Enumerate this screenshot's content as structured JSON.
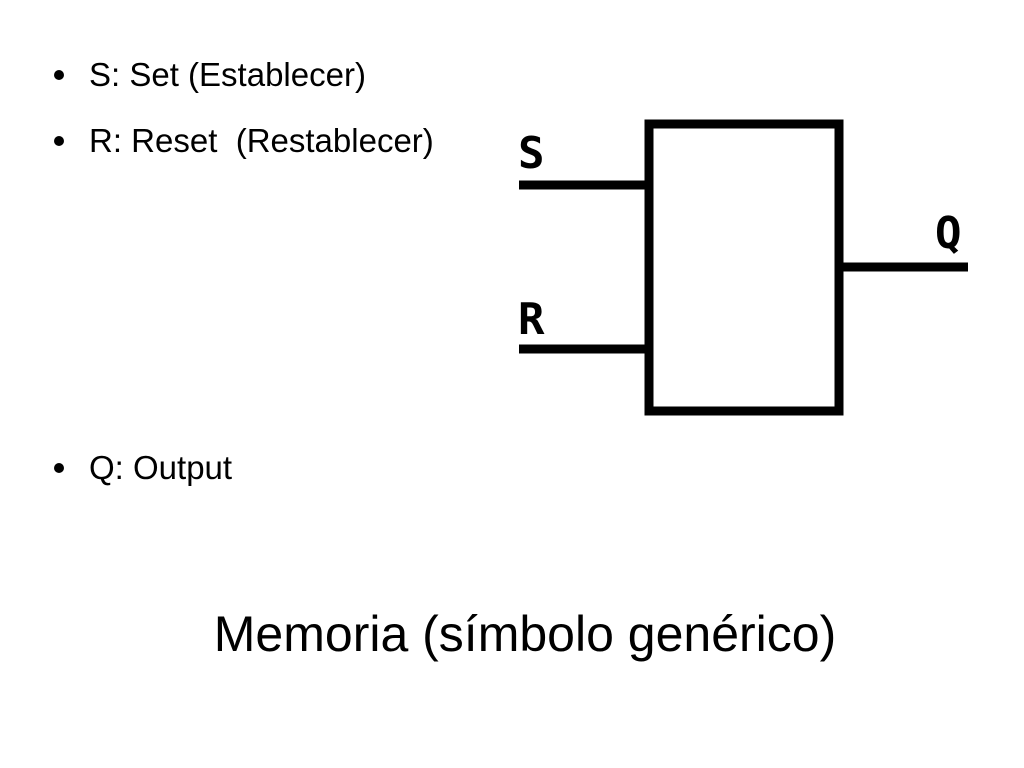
{
  "bullets": [
    {
      "text": "S: Set (Establecer)"
    },
    {
      "text": "R: Reset  (Restablecer)"
    },
    {
      "text": "Q: Output"
    }
  ],
  "diagram": {
    "input_top_label": "S",
    "input_bottom_label": "R",
    "output_label": "Q"
  },
  "title": "Memoria (símbolo genérico)",
  "colors": {
    "ink": "#000000",
    "background": "#ffffff"
  }
}
